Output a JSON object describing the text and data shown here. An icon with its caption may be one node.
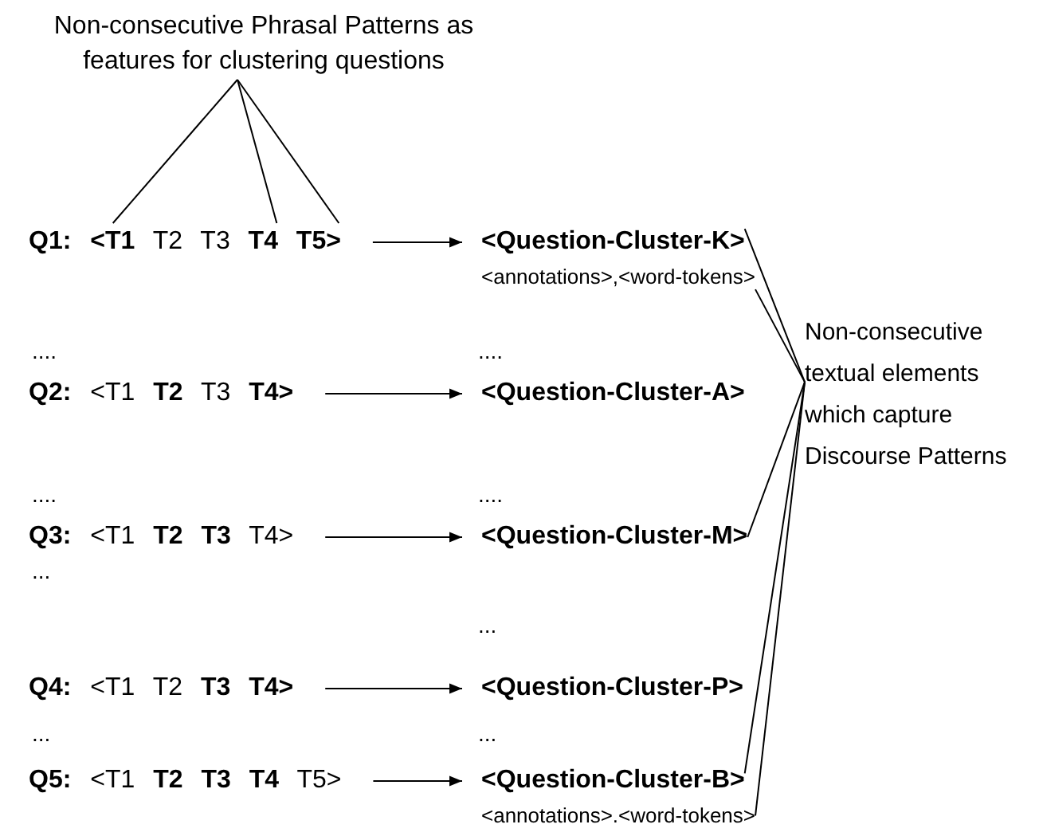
{
  "diagram": {
    "nodes": [
      {
        "text": [
          "Non-consecutive Phrasal Patterns as features for clustering questions"
        ]
      },
      {
        "text": [
          "Q1:",
          "**<T1** T2 T3 **T4 T5>**"
        ]
      },
      {
        "text": [
          "<Question-Cluster-K>",
          "<annotations>,<word-tokens>"
        ]
      },
      {
        "text": [
          "Q2:",
          "<T1 **T2** T3 **T4>**"
        ]
      },
      {
        "text": [
          "<Question-Cluster-A>"
        ]
      },
      {
        "text": [
          "Q3:",
          "<T1 **T2 T3** T4>"
        ]
      },
      {
        "text": [
          "<Question-Cluster-M>"
        ]
      },
      {
        "text": [
          "Q4:",
          "<T1 T2 **T3 T4>**"
        ]
      },
      {
        "text": [
          "<Question-Cluster-P>"
        ]
      },
      {
        "text": [
          "Q5:",
          "<T1 **T2 T3 T4** T5>"
        ]
      },
      {
        "text": [
          "<Question-Cluster-B>",
          "<annotations>.<word-tokens>"
        ]
      },
      {
        "text": [
          "Non-consecutive textual elements which capture Discourse Patterns"
        ]
      }
    ],
    "edges": [
      {
        "from": 0,
        "to": 1,
        "arrow": "none"
      },
      {
        "from": 0,
        "to": 1,
        "arrow": "none"
      },
      {
        "from": 0,
        "to": 1,
        "arrow": "none"
      },
      {
        "from": 1,
        "to": 2,
        "arrow": "to"
      },
      {
        "from": 11,
        "to": 2,
        "arrow": "none"
      },
      {
        "from": 11,
        "to": 2,
        "arrow": "none"
      },
      {
        "from": 3,
        "to": 4,
        "arrow": "to"
      },
      {
        "from": 5,
        "to": 6,
        "arrow": "to"
      },
      {
        "from": 11,
        "to": 6,
        "arrow": "none"
      },
      {
        "from": 7,
        "to": 8,
        "arrow": "to"
      },
      {
        "from": 9,
        "to": 10,
        "arrow": "to"
      },
      {
        "from": 11,
        "to": 10,
        "arrow": "none"
      },
      {
        "from": 11,
        "to": 10,
        "arrow": "none"
      }
    ],
    "labels": [
      "....",
      "....",
      "....",
      "....",
      "...",
      "...",
      "...",
      "..."
    ]
  }
}
